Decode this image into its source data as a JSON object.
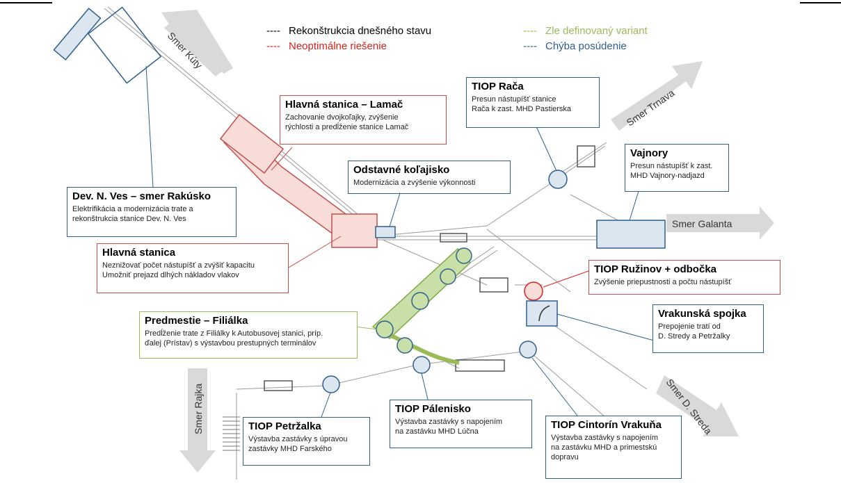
{
  "colors": {
    "red": "#c0504d",
    "blue": "#2e5f8e",
    "green": "#9bbb59",
    "black": "#000000",
    "arrow": "#d9d9d9",
    "track": "#9a9a9a"
  },
  "legend": [
    {
      "dash": "----",
      "label": "Rekonštrukcia dnešného stavu",
      "color": "#000000"
    },
    {
      "dash": "----",
      "label": "Neoptimálne riešenie",
      "color": "#e0201b"
    },
    {
      "dash": "----",
      "label": "Zle definovaný variant",
      "color": "#9bbb59"
    },
    {
      "dash": "----",
      "label": "Chýba posúdenie",
      "color": "#2e5f8e"
    }
  ],
  "directions": {
    "kuty": "Smer Kúty",
    "trnava": "Smer Trnava",
    "galanta": "Smer Galanta",
    "d_streda": "Smer D. Streda",
    "rajka": "Smer Rajka"
  },
  "boxes": {
    "hlavna_lamac": {
      "title": "Hlavná stanica – Lamač",
      "text": "Zachovanie dvojkoľajky, zvýšenie\nrýchlosti a predĺženie stanice Lamač"
    },
    "tiop_raca": {
      "title": "TIOP Rača",
      "text": "Presun nástupíšť stanice\nRača k zast. MHD Pastierska"
    },
    "odstavne": {
      "title": "Odstavné koľajisko",
      "text": "Modernizácia a zvýšenie výkonnosti"
    },
    "vajnory": {
      "title": "Vajnory",
      "text": "Presun nástupíšť k zast.\nMHD Vajnory-nadjazd"
    },
    "dev_n_ves": {
      "title": "Dev. N. Ves – smer Rakúsko",
      "text": "Elektrifikácia a modernizácia trate a\nrekonštrukcia stanice Dev. N. Ves"
    },
    "hlavna": {
      "title": "Hlavná stanica",
      "text": "Neznižovať počet nástupíšť a zvýšiť kapacitu\nUmožniť prejazd dlhých nákladov vlakov"
    },
    "ruzinov": {
      "title": "TIOP Ružinov + odbočka",
      "text": "Zvýšenie priepustnosti a počtu nástupíšť"
    },
    "predmestie": {
      "title": "Predmestie – Filiálka",
      "text": "Predĺženie trate z Filiálky k Autobusovej stanici, príp.\nďalej (Prístav) s výstavbou prestupných terminálov"
    },
    "vrakunska": {
      "title": "Vrakunská spojka",
      "text": "Prepojenie tratí od\nD. Stredy a Petržalky"
    },
    "petrzalka": {
      "title": "TIOP Petržalka",
      "text": "Výstavba zastávky s úpravou\nzastávky MHD Farského"
    },
    "palenisko": {
      "title": "TIOP Pálenisko",
      "text": "Výstavba zastávky s napojením\nna zastávku MHD Lúčna"
    },
    "cintorin": {
      "title": "TIOP Cintorín Vrakuňa",
      "text": "Výstavba zastávky s napojením\nna zastávku MHD a primestskú\ndopravu"
    }
  }
}
